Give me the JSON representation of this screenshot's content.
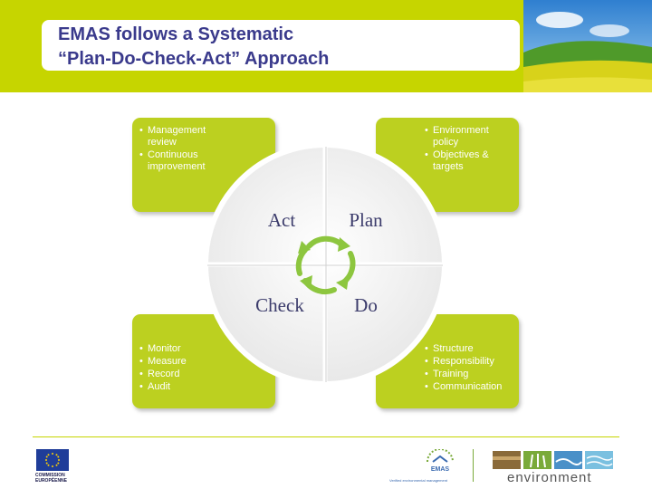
{
  "header": {
    "title_line1": "EMAS follows a Systematic",
    "title_line2": "“Plan-Do-Check-Act” Approach"
  },
  "cycle": {
    "quadrants": [
      "Act",
      "Plan",
      "Check",
      "Do"
    ],
    "boxes": {
      "act": [
        "Management review",
        "Continuous improvement"
      ],
      "plan": [
        "Environment policy",
        "Objectives & targets"
      ],
      "check": [
        "Monitor",
        "Measure",
        "Record",
        "Audit"
      ],
      "do": [
        "Structure",
        "Responsibility",
        "Training",
        "Communication"
      ]
    }
  },
  "footer": {
    "eu_label": "COMMISSION EUROPÉENNE",
    "emas_label": "EMAS",
    "emas_tagline": "Verified environmental management",
    "env_label": "environment"
  },
  "colors": {
    "accent": "#c6d500",
    "box_green": "#bcd020",
    "title": "#3a3a8c",
    "arrow": "#8dc63f"
  }
}
